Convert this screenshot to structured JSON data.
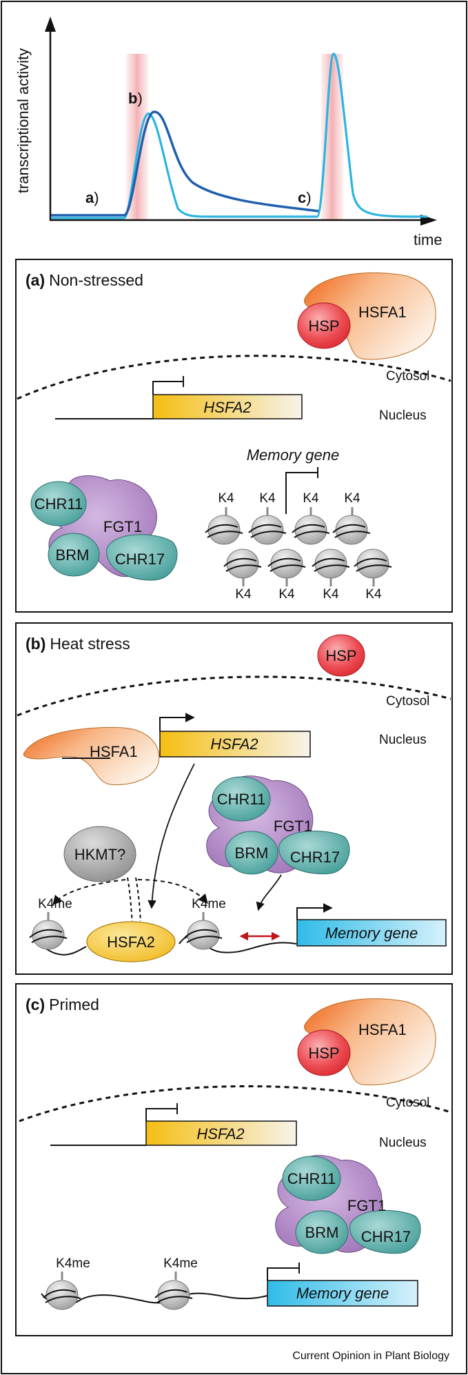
{
  "graph": {
    "y_axis_label": "transcriptional activity",
    "x_axis_label": "time",
    "point_a": "a",
    "point_b": "b",
    "point_c": "c"
  },
  "panel_a": {
    "letter": "(a)",
    "title": "Non-stressed",
    "cytosol": "Cytosol",
    "nucleus": "Nucleus",
    "hsp": "HSP",
    "hsfa1": "HSFA1",
    "gene": "HSFA2",
    "memory_gene": "Memory gene",
    "chr11": "CHR11",
    "fgt1": "FGT1",
    "brm": "BRM",
    "chr17": "CHR17",
    "k4": "K4"
  },
  "panel_b": {
    "letter": "(b)",
    "title": "Heat stress",
    "cytosol": "Cytosol",
    "nucleus": "Nucleus",
    "hsp": "HSP",
    "hsfa1": "HSFA1",
    "gene": "HSFA2",
    "memory_gene": "Memory gene",
    "chr11": "CHR11",
    "fgt1": "FGT1",
    "brm": "BRM",
    "chr17": "CHR17",
    "hkmt": "HKMT?",
    "hsfa2_protein": "HSFA2",
    "k4me": "K4me"
  },
  "panel_c": {
    "letter": "(c)",
    "title": "Primed",
    "cytosol": "Cytosol",
    "nucleus": "Nucleus",
    "hsp": "HSP",
    "hsfa1": "HSFA1",
    "gene": "HSFA2",
    "memory_gene": "Memory gene",
    "chr11": "CHR11",
    "fgt1": "FGT1",
    "brm": "BRM",
    "chr17": "CHR17",
    "k4me": "K4me"
  },
  "footer": "Current Opinion in Plant Biology",
  "colors": {
    "heat_band": "#f4b6b8",
    "curve_dark": "#1f5fae",
    "curve_light": "#2ab4e0",
    "hsfa1_orange": "#f07a2a",
    "hsp_red": "#e8333b",
    "gene_yellow": "#f5c518",
    "memory_cyan": "#3cc4ea",
    "remodeler_teal": "#3e9a96",
    "fgt1_purple": "#a277b8",
    "nucleosome_gray": "#bfbfbf",
    "hkmt_gray": "#9a9a9a",
    "double_arrow_red": "#c0161b"
  }
}
